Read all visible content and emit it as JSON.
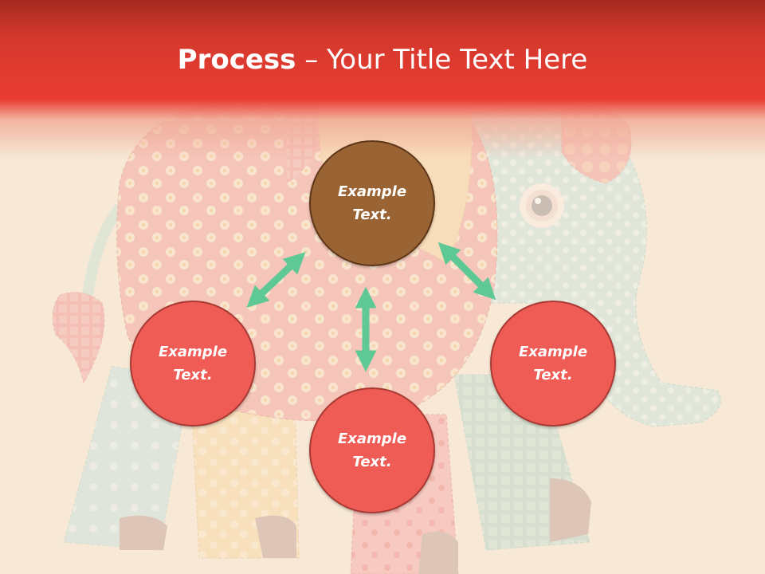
{
  "title": {
    "bold": "Process",
    "dash": " – ",
    "rest": "Your Title Text Here"
  },
  "nodes": [
    {
      "line1": "Example",
      "line2": "Text."
    },
    {
      "line1": "Example",
      "line2": "Text."
    },
    {
      "line1": "Example",
      "line2": "Text."
    },
    {
      "line1": "Example",
      "line2": "Text."
    }
  ],
  "colors": {
    "header": "#ea3d33",
    "background": "#f7e9d6",
    "center_node": "#9a6333",
    "outer_node": "#ef5b55",
    "arrow": "#5ec995"
  },
  "background_art": "patchwork-elephant"
}
